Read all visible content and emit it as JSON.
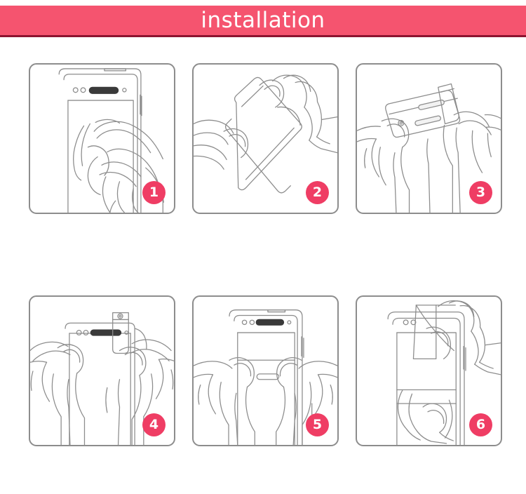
{
  "header": {
    "title": "installation",
    "band_color": "#f5546f",
    "title_color": "#ffffff",
    "underline_color": "#8c1430"
  },
  "badge_style": {
    "background": "#ef3d64",
    "text_color": "#ffffff"
  },
  "line_art_color": "#8d8d8d",
  "steps": [
    {
      "number": "1",
      "alt": "Wipe the phone screen clean with the cloth",
      "art": "phone-wipe-cloth"
    },
    {
      "number": "2",
      "alt": "Peel the protective film tab with both hands",
      "art": "peel-film-tab"
    },
    {
      "number": "3",
      "alt": "Align the screen protector with the top of the phone",
      "art": "align-protector-top"
    },
    {
      "number": "4",
      "alt": "Hold the protector in place at the phone top edge",
      "art": "position-protector"
    },
    {
      "number": "5",
      "alt": "Smooth the protector down with both thumbs",
      "art": "smooth-with-thumbs"
    },
    {
      "number": "6",
      "alt": "Peel off the top protective layer",
      "art": "remove-top-layer"
    }
  ]
}
